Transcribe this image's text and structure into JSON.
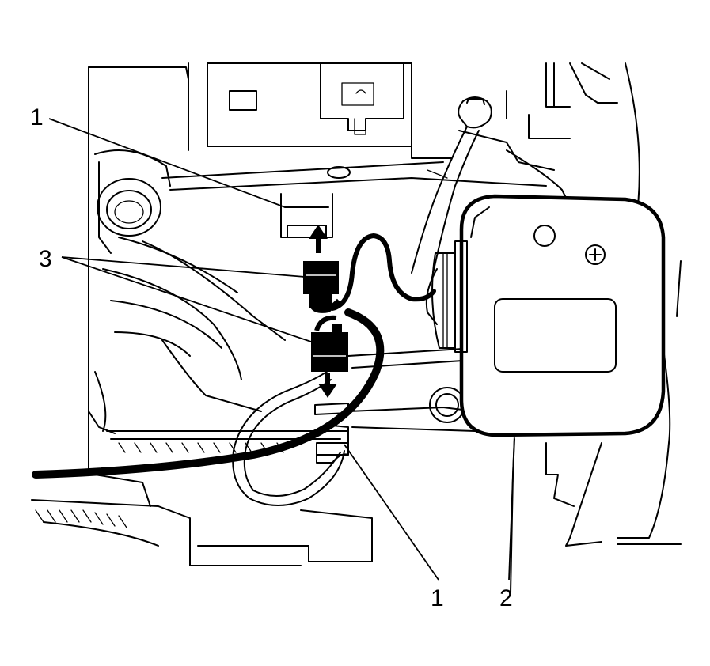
{
  "callouts": [
    {
      "id": "c1a",
      "label": "1",
      "target": "upper-connector-mount"
    },
    {
      "id": "c1b",
      "label": "1",
      "target": "lower-connector-mount"
    },
    {
      "id": "c2",
      "label": "2",
      "target": "control-module"
    },
    {
      "id": "c3",
      "label": "3",
      "target": "electrical-connectors"
    }
  ],
  "colors": {
    "line": "#000000",
    "background": "#ffffff"
  }
}
